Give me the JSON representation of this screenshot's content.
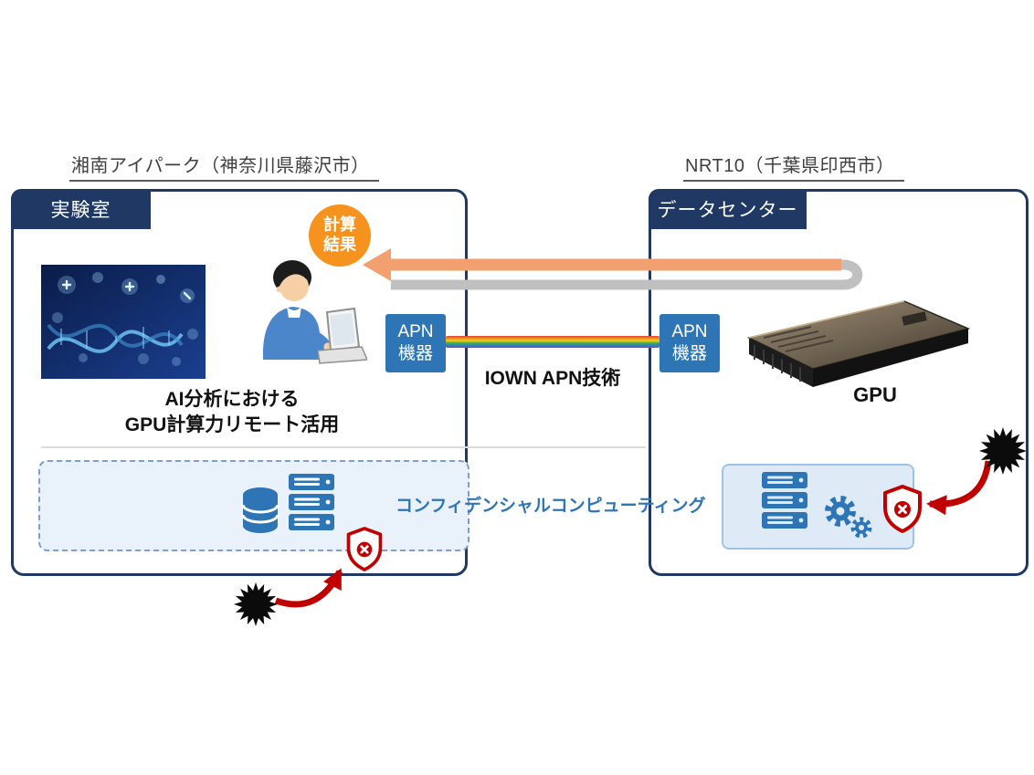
{
  "sites": {
    "left": "湘南アイパーク（神奈川県藤沢市）",
    "right": "NRT10（千葉県印西市）"
  },
  "lab": {
    "badge": "実験室",
    "caption_line1": "AI分析における",
    "caption_line2": "GPU計算力リモート活用",
    "apn": {
      "line1": "APN",
      "line2": "機器"
    }
  },
  "datacenter": {
    "badge": "データセンター",
    "gpu_label": "GPU",
    "apn": {
      "line1": "APN",
      "line2": "機器"
    }
  },
  "result_badge": {
    "line1": "計算",
    "line2": "結果"
  },
  "network": {
    "label": "IOWN APN技術"
  },
  "confidential_computing": {
    "label": "コンフィデンシャルコンピューティング"
  },
  "icons": {
    "database-icon": "blue database cylinder",
    "server-icon": "blue server rack",
    "gears-icon": "blue gears",
    "shield-block-icon": "red shield with x (threat blocked)",
    "attack-burst-icon": "black starburst (attack)",
    "attack-arrow": "red curved arrow toward shield",
    "result-arrow": "orange return arrow from datacenter to lab",
    "apn-link": "rainbow optical link between APN devices",
    "researcher-illustration": "person working at laptop",
    "ai-analysis-image": "dark blue medical AI / DNA imagery",
    "gpu-card": "GPU accelerator card"
  },
  "colors": {
    "navy": "#1F3864",
    "blue": "#2E75B6",
    "orange": "#F6921E",
    "arrow_orange": "#F2A070",
    "pipe_gray": "#C0C0C0",
    "red": "#C00000",
    "zone_fill": "#E9F1FB",
    "dc_box_fill": "#DEEBF7",
    "confidential_text": "#2E75B6"
  }
}
